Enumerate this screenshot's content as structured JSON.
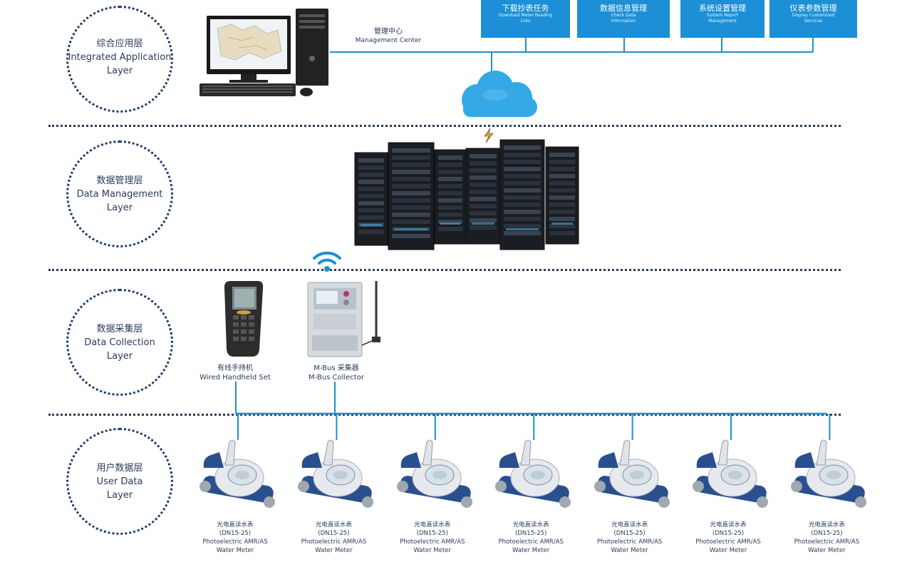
{
  "layers": [
    {
      "cn": "综合应用层",
      "en1": "Integrated Application",
      "en2": "Layer"
    },
    {
      "cn": "数据管理层",
      "en1": "Data Management",
      "en2": "Layer"
    },
    {
      "cn": "数据采集层",
      "en1": "Data Collection",
      "en2": "Layer"
    },
    {
      "cn": "用户数据层",
      "en1": "User Data",
      "en2": "Layer"
    }
  ],
  "center": {
    "cn": "管理中心",
    "en": "Management Center"
  },
  "top_boxes": [
    {
      "cn": "下载抄表任务",
      "en1": "Download Meter Reading",
      "en2": "Lists"
    },
    {
      "cn": "数据信息管理",
      "en1": "Check Data",
      "en2": "Information"
    },
    {
      "cn": "系统设置管理",
      "en1": "System Report",
      "en2": "Management"
    },
    {
      "cn": "仪表参数管理",
      "en1": "Display Customized",
      "en2": "Services"
    }
  ],
  "devices": [
    {
      "cn": "有线手持机",
      "en": "Wired Handheld Set"
    },
    {
      "cn": "M-Bus 采集器",
      "en": "M-Bus Collector"
    }
  ],
  "meter": {
    "cn": "光电直读水表",
    "spec": "(DN15-25)",
    "en1": "Photoelectric AMR/AS",
    "en2": "Water Meter"
  },
  "meter_count": 7,
  "colors": {
    "accent": "#1c8fd6",
    "line": "#1c8fd6",
    "dark": "#1d3a6a",
    "cloud": "#35a8e6"
  }
}
